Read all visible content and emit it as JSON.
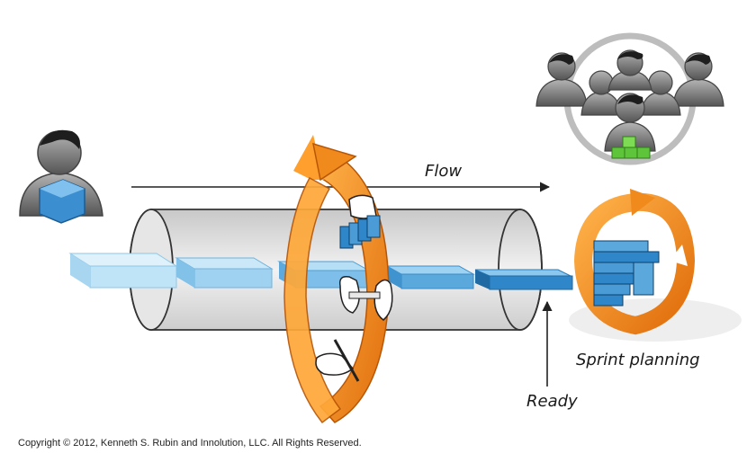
{
  "labels": {
    "flow": "Flow",
    "sprint_planning": "Sprint planning",
    "ready": "Ready"
  },
  "copyright": "Copyright © 2012, Kenneth S. Rubin and Innolution, LLC. All Rights Reserved.",
  "colors": {
    "orange": "#f08a1c",
    "blue": "#2f86c8",
    "light_blue": "#bfe3f7",
    "green": "#5ec43a",
    "gray_figure": "#8c8c8c"
  },
  "icons": [
    "product-owner-icon",
    "team-icon",
    "refinement-cycle-icon",
    "sprint-planning-cycle-icon"
  ]
}
